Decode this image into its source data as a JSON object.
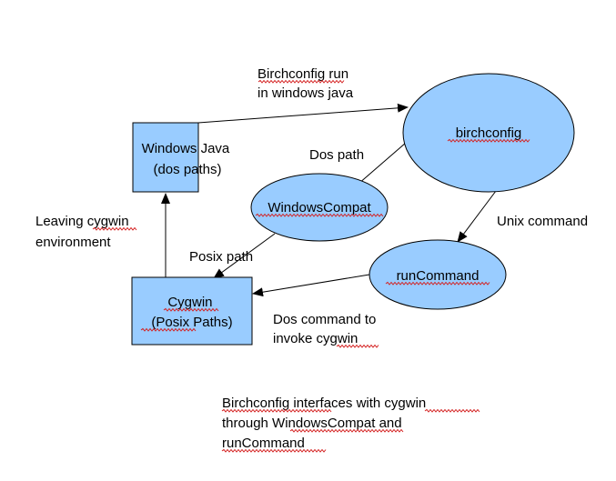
{
  "nodes": {
    "windows_java": {
      "lines": [
        "Windows Java",
        "(dos paths)"
      ]
    },
    "cygwin": {
      "lines": [
        "Cygwin",
        "(Posix Paths)"
      ]
    },
    "birchconfig": {
      "label": "birchconfig"
    },
    "windowscompat": {
      "label": "WindowsCompat"
    },
    "runcommand": {
      "label": "runCommand"
    }
  },
  "edge_labels": {
    "birchconfig_run": [
      "Birchconfig run",
      "in windows java"
    ],
    "dos_path": "Dos path",
    "unix_command": "Unix command",
    "leaving_cygwin": [
      "Leaving cygwin",
      "environment"
    ],
    "posix_path": "Posix path",
    "dos_command": [
      "Dos command to",
      "invoke cygwin"
    ]
  },
  "caption": [
    "Birchconfig interfaces with cygwin",
    "through  WindowsCompat and",
    "runCommand"
  ],
  "colors": {
    "node_fill": "#99ccff",
    "stroke": "#000000",
    "spellcheck_underline": "#d42020"
  }
}
